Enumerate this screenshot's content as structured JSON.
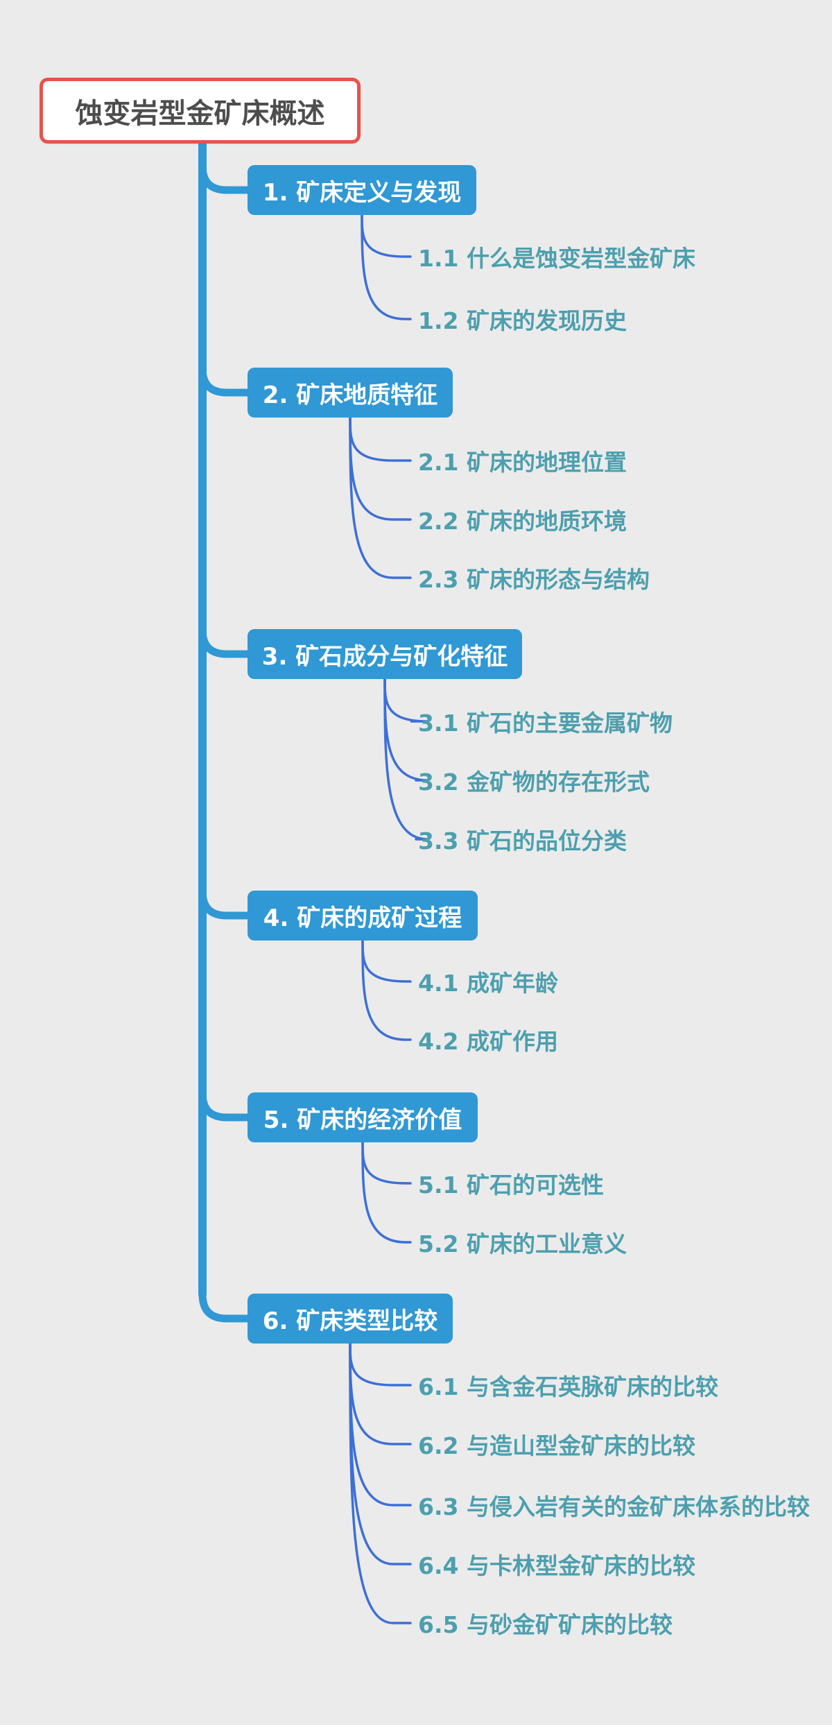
{
  "colors": {
    "background": "#EBEBEB",
    "branch_fill": "#3098D4",
    "branch_text": "#FFFFFF",
    "root_fill": "#FFFFFF",
    "root_border": "#E8524C",
    "root_text": "#4D4D4D",
    "subtopic_text": "#4C9FAE",
    "connector_thin": "#3D6FD6",
    "trunk": "#3098D4"
  },
  "root": {
    "label": "蚀变岩型金矿床概述"
  },
  "branches": [
    {
      "label": "1. 矿床定义与发现",
      "children": [
        "1.1 什么是蚀变岩型金矿床",
        "1.2 矿床的发现历史"
      ]
    },
    {
      "label": "2. 矿床地质特征",
      "children": [
        "2.1 矿床的地理位置",
        "2.2 矿床的地质环境",
        "2.3 矿床的形态与结构"
      ]
    },
    {
      "label": "3. 矿石成分与矿化特征",
      "children": [
        "3.1 矿石的主要金属矿物",
        "3.2 金矿物的存在形式",
        "3.3 矿石的品位分类"
      ]
    },
    {
      "label": "4. 矿床的成矿过程",
      "children": [
        "4.1 成矿年龄",
        "4.2 成矿作用"
      ]
    },
    {
      "label": "5. 矿床的经济价值",
      "children": [
        "5.1 矿石的可选性",
        "5.2 矿床的工业意义"
      ]
    },
    {
      "label": "6. 矿床类型比较",
      "children": [
        "6.1 与含金石英脉矿床的比较",
        "6.2 与造山型金矿床的比较",
        "6.3 与侵入岩有关的金矿床体系的比较",
        "6.4 与卡林型金矿床的比较",
        "6.5 与砂金矿矿床的比较"
      ]
    }
  ]
}
